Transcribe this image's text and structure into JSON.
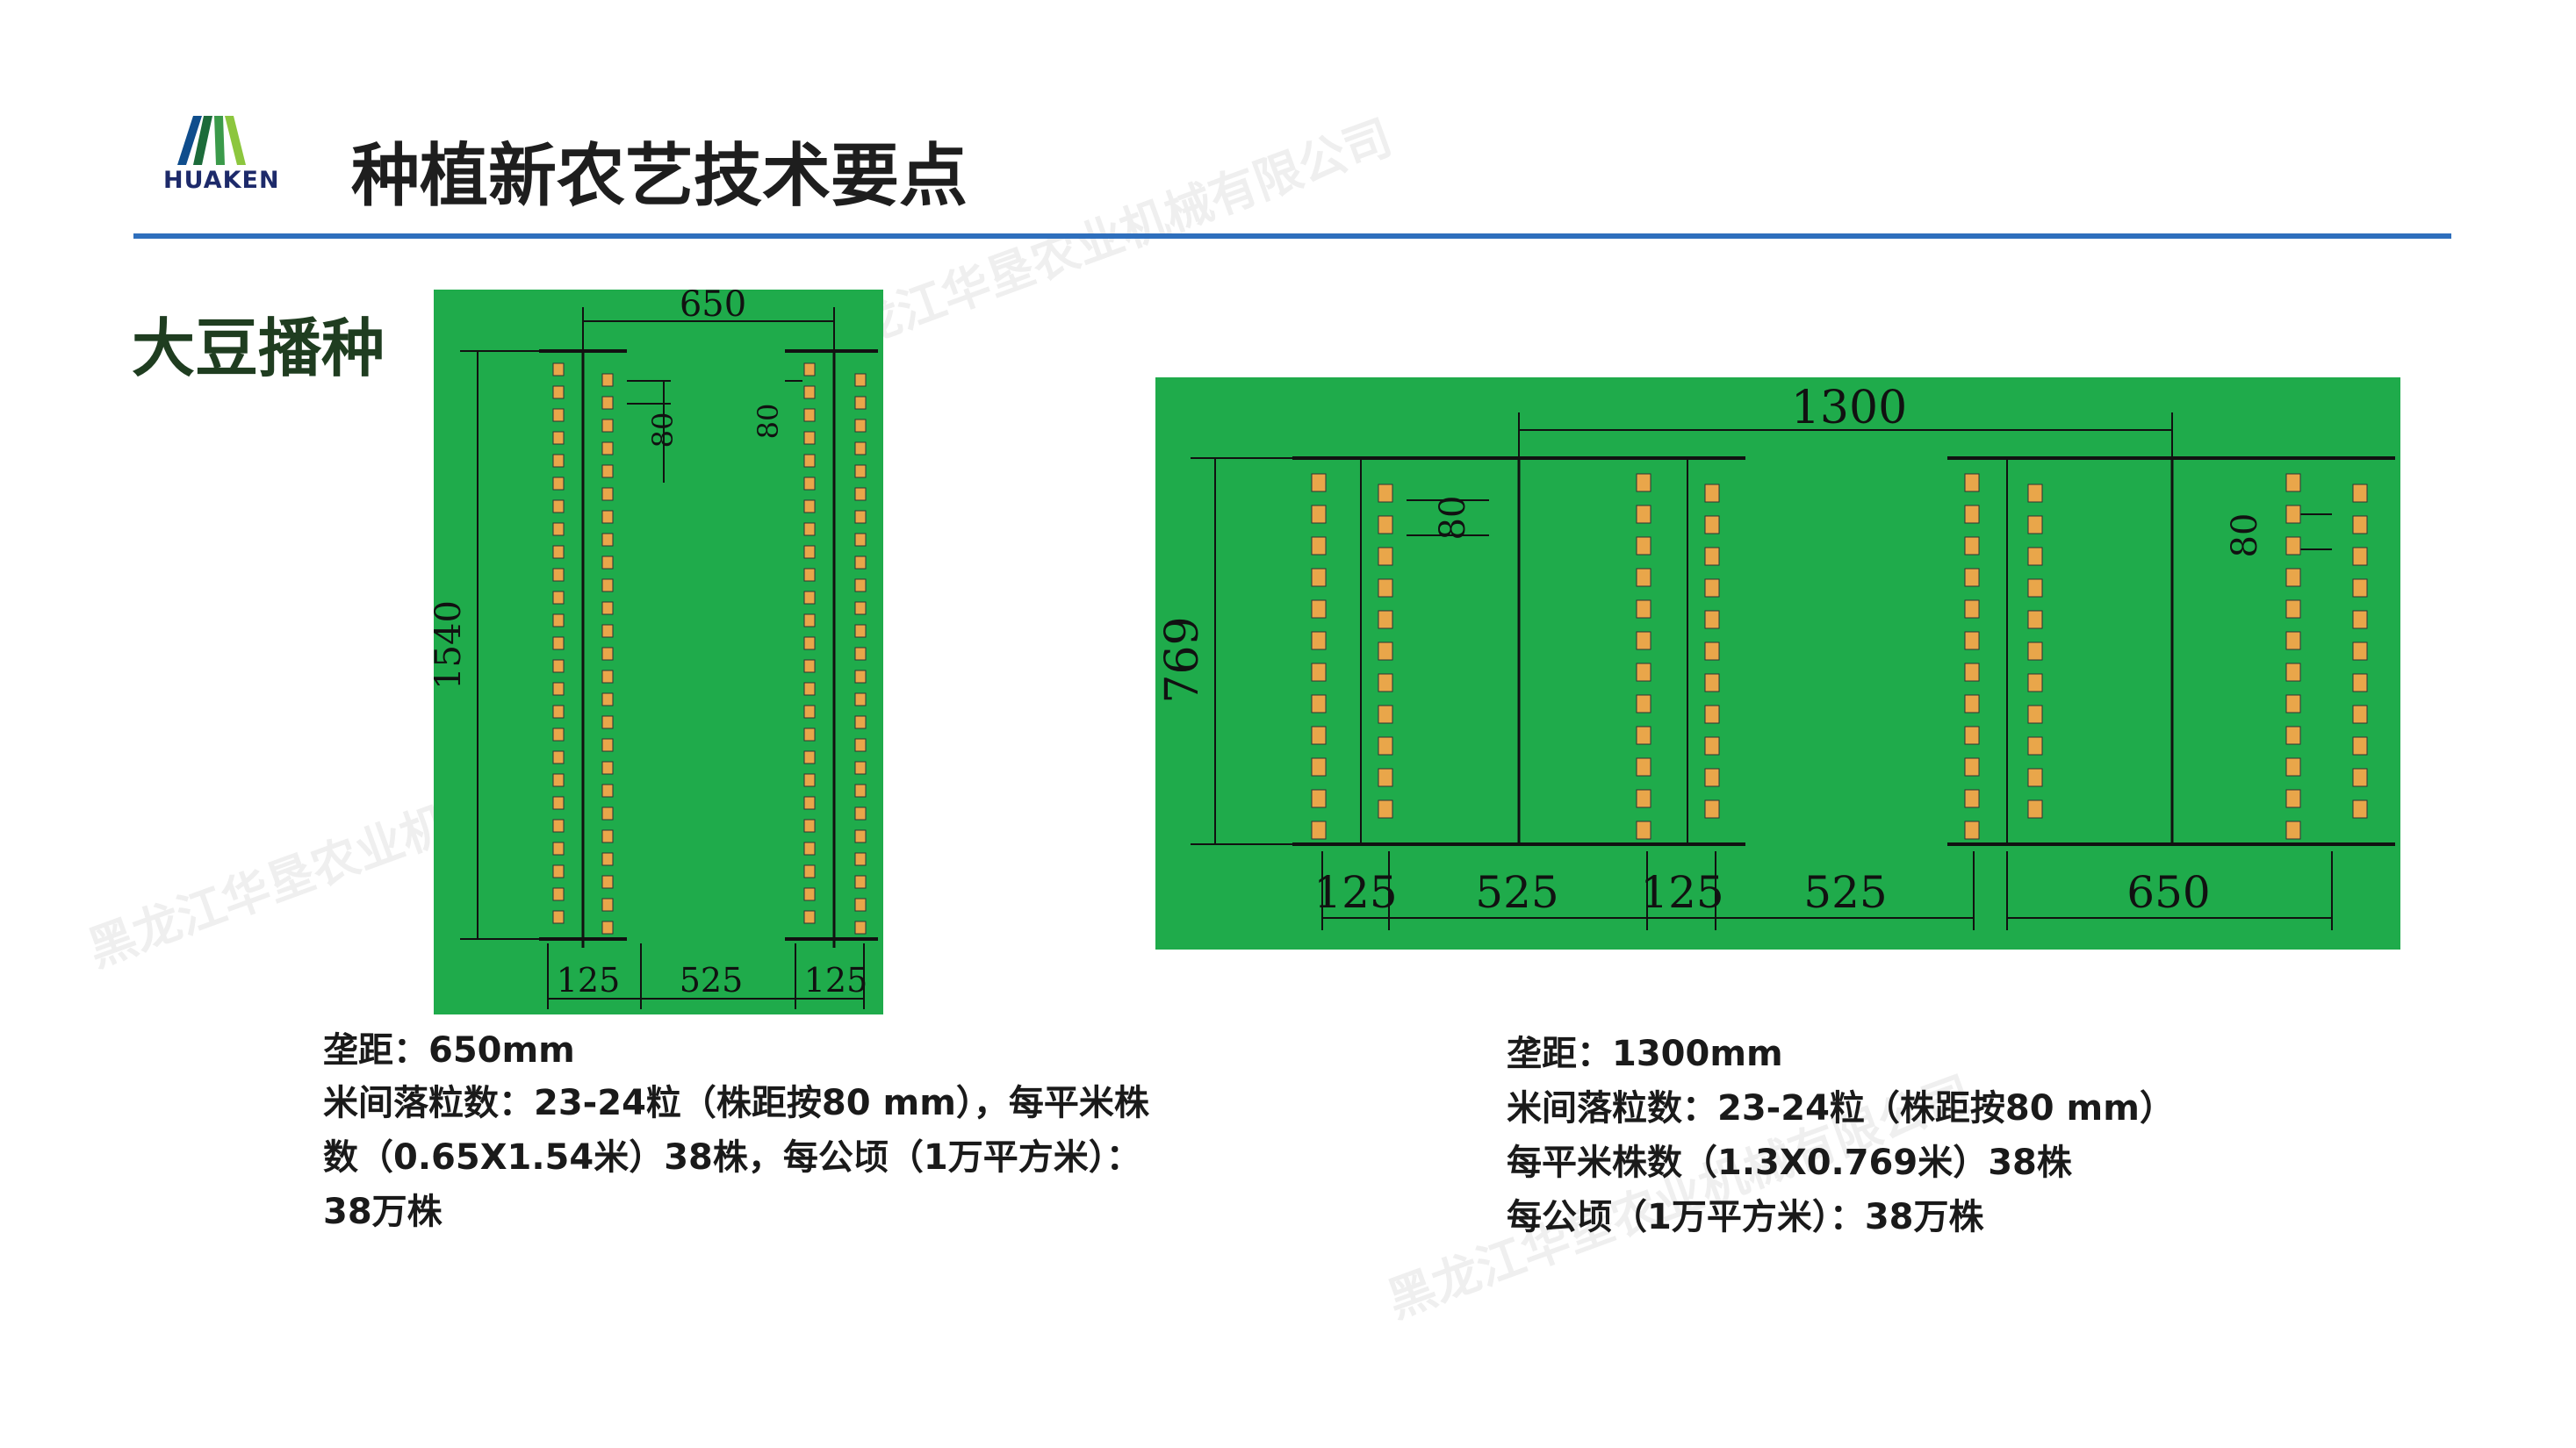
{
  "header": {
    "logo_text": "HUAKEN",
    "title": "种植新农艺技术要点"
  },
  "section_title": "大豆播种",
  "diagram_left": {
    "dims": {
      "top": "650",
      "side": "1540",
      "spacing_a": "80",
      "spacing_b": "80",
      "bottom_a": "125",
      "bottom_b": "525",
      "bottom_c": "125"
    }
  },
  "diagram_right": {
    "dims": {
      "top": "1300",
      "side": "769",
      "spacing_a": "80",
      "spacing_b": "80",
      "bottom_a": "125",
      "bottom_b": "525",
      "bottom_c": "125",
      "bottom_d": "525",
      "bottom_e": "650"
    }
  },
  "notes_left": [
    "垄距：650mm",
    "米间落粒数：23-24粒（株距按80 mm），每平米株",
    "数（0.65X1.54米）38株，每公顷（1万平方米）：",
    "38万株"
  ],
  "notes_right": [
    "垄距：1300mm",
    "米间落粒数：23-24粒（株距按80 mm）",
    "每平米株数（1.3X0.769米）38株",
    "每公顷（1万平方米）：38万株"
  ],
  "watermark": "黑龙江华垦农业机械有限公司",
  "colors": {
    "panel": "#1fab4b",
    "seed": "#e9a64a",
    "rule": "#2e6fbd"
  }
}
